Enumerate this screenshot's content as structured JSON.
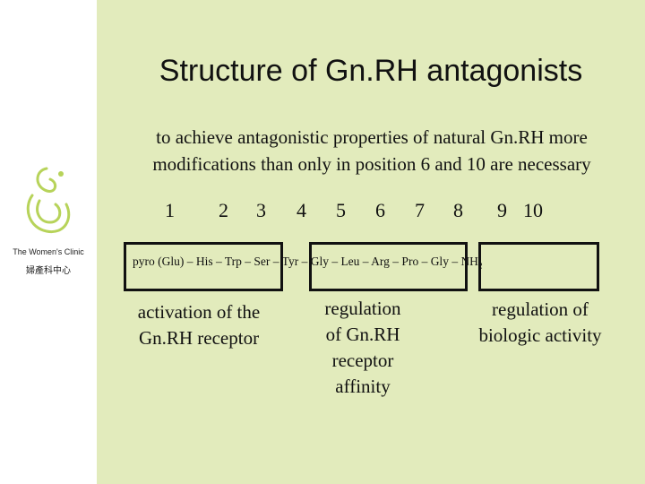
{
  "title": "Structure of Gn.RH antagonists",
  "subtitle_lines": [
    "to achieve antagonistic properties of natural Gn.RH more",
    "modifications than only in position 6 and 10 are necessary"
  ],
  "sidebar": {
    "clinic_name_en": "The Women's Clinic",
    "clinic_name_zh": "婦產科中心",
    "logo_color": "#b7d35a"
  },
  "positions": [
    "1",
    "2",
    "3",
    "4",
    "5",
    "6",
    "7",
    "8",
    "9",
    "10"
  ],
  "sequence": {
    "text": "pyro (Glu) – His – Trp – Ser – Tyr – Gly – Leu – Arg – Pro – Gly – NH",
    "subscript": "2"
  },
  "annotations": {
    "left": [
      "activation of the",
      "Gn.RH receptor"
    ],
    "middle": [
      "regulation",
      "of Gn.RH",
      "receptor",
      "affinity"
    ],
    "right": [
      "regulation of",
      "biologic activity"
    ]
  },
  "colors": {
    "panel_background": "#e2ebbc",
    "box_border": "#111111"
  }
}
